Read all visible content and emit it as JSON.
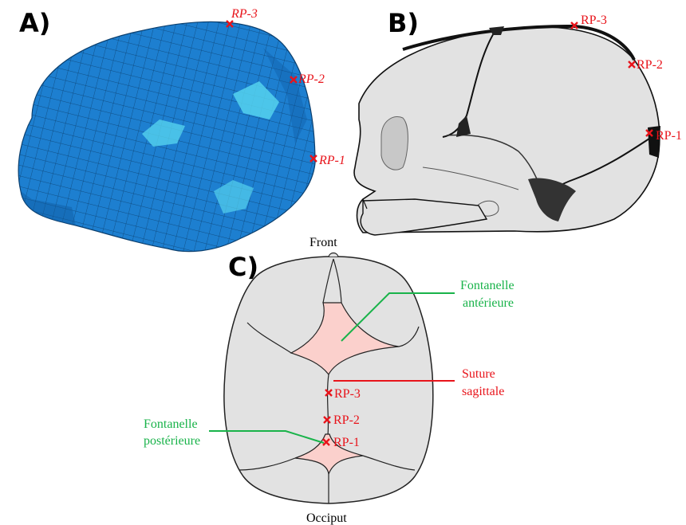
{
  "panels": {
    "a": {
      "label": "A)",
      "markers": {
        "rp1": "RP-1",
        "rp2": "RP-2",
        "rp3": "RP-3"
      }
    },
    "b": {
      "label": "B)",
      "markers": {
        "rp1": "RP-1",
        "rp2": "RP-2",
        "rp3": "RP-3"
      }
    },
    "c": {
      "label": "C)",
      "front": "Front",
      "back": "Occiput",
      "markers": {
        "rp1": "RP-1",
        "rp2": "RP-2",
        "rp3": "RP-3"
      },
      "callouts": {
        "anterior_line1": "Fontanelle",
        "anterior_line2": "antérieure",
        "sagittal_line1": "Suture",
        "sagittal_line2": "sagittale",
        "posterior_line1": "Fontanelle",
        "posterior_line2": "postérieure"
      }
    }
  },
  "colors": {
    "mesh_fill": "#1d7fd0",
    "mesh_highlight": "#55d2ee",
    "marker": "#e8141b",
    "fontanelle_fill": "#fbd0cc",
    "bone_fill": "#e2e2e2",
    "callout_green": "#19b34a",
    "callout_red": "#e8141b"
  }
}
